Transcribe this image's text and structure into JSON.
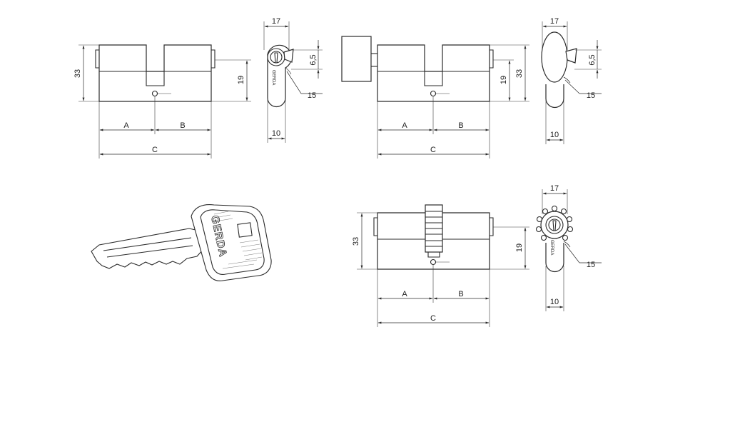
{
  "figures": {
    "standard": {
      "label_a": "A",
      "label_b": "B",
      "label_c": "C",
      "height": "33",
      "center": "19",
      "width": "17",
      "cam": "6,5",
      "radius": "15",
      "foot": "10"
    },
    "thumbturn": {
      "label_a": "A",
      "label_b": "B",
      "label_c": "C",
      "height": "33",
      "center": "19",
      "width": "17",
      "cam": "6,5",
      "radius": "15",
      "foot": "10"
    },
    "gear": {
      "label_a": "A",
      "label_b": "B",
      "label_c": "C",
      "height": "33",
      "center": "19",
      "width": "17",
      "radius": "15",
      "foot": "10"
    }
  },
  "key": {
    "brand": "GERDA"
  },
  "colors": {
    "line": "#2a2a2a",
    "background": "#ffffff"
  }
}
